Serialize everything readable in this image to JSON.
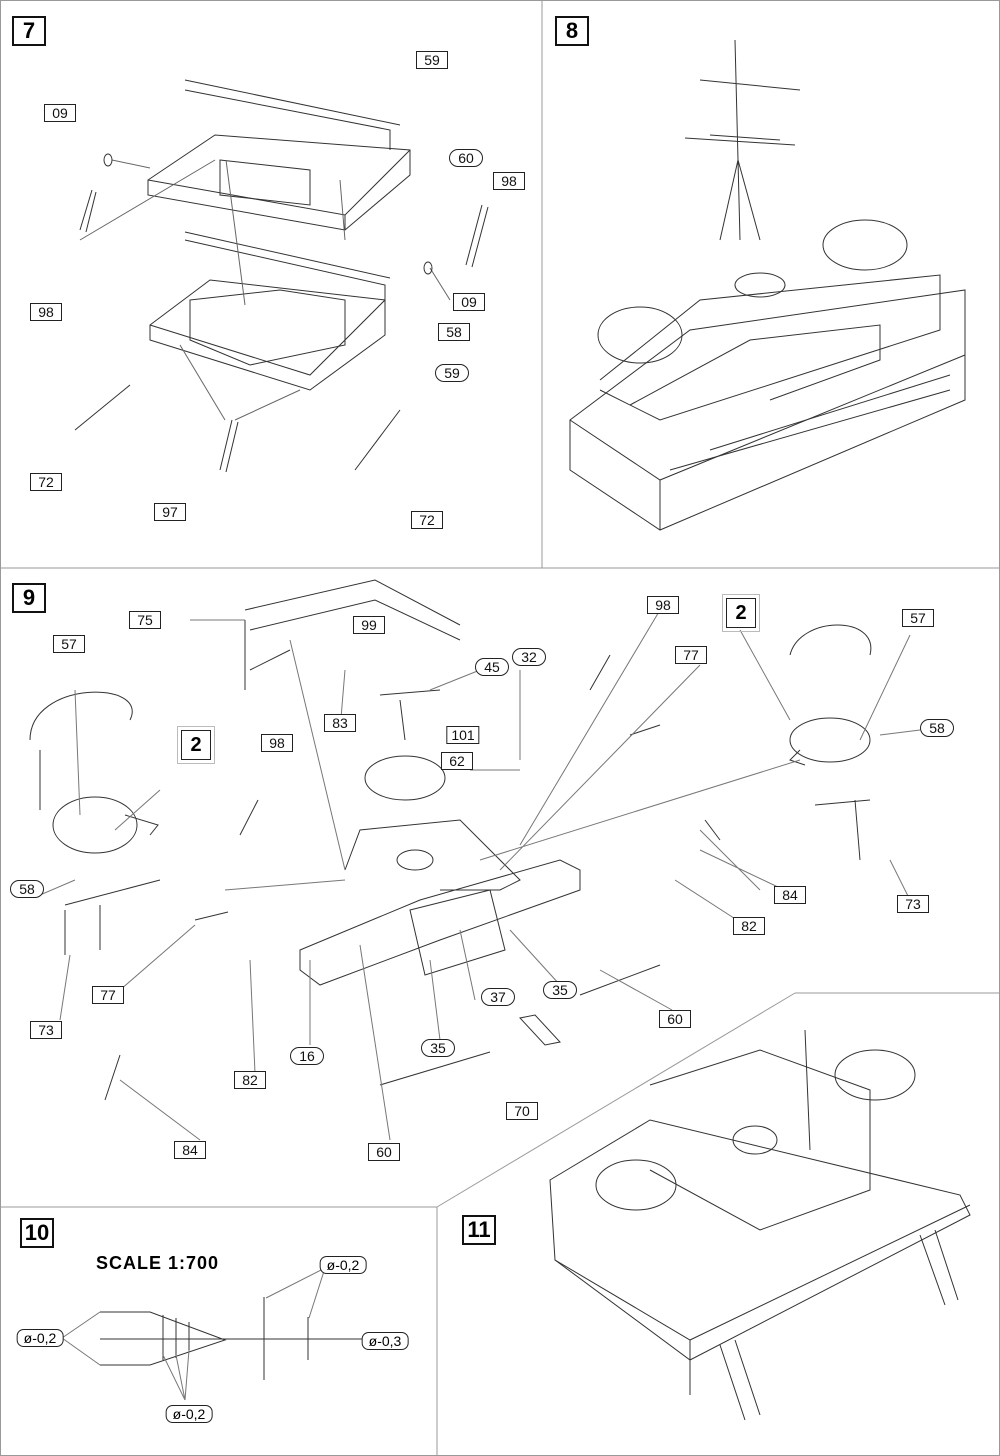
{
  "steps": [
    "7",
    "8",
    "9",
    "10",
    "11"
  ],
  "step7": {
    "labels": [
      "59",
      "09",
      "60",
      "98",
      "98",
      "09",
      "58",
      "59",
      "72",
      "97",
      "72"
    ]
  },
  "step9": {
    "labels": [
      "75",
      "99",
      "98",
      "32",
      "45",
      "77",
      "57",
      "57",
      "83",
      "101",
      "62",
      "98",
      "58",
      "58",
      "84",
      "73",
      "82",
      "77",
      "37",
      "35",
      "60",
      "73",
      "16",
      "35",
      "82",
      "70",
      "84",
      "60"
    ],
    "sub_assembly_refs": [
      "2",
      "2"
    ]
  },
  "step10": {
    "scale": "SCALE 1:700",
    "diameters": [
      "ø-0,2",
      "ø-0,2",
      "ø-0,2",
      "ø-0,3"
    ]
  }
}
